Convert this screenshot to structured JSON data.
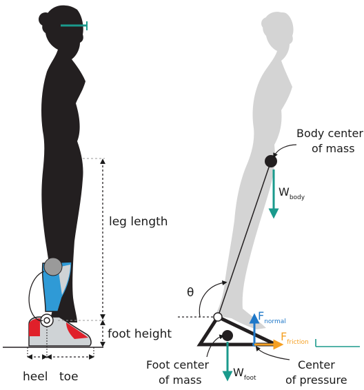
{
  "labels": {
    "leg_length": "leg length",
    "foot_height": "foot height",
    "heel": "heel",
    "toe": "toe",
    "theta": "θ",
    "body_com_line1": "Body center",
    "body_com_line2": "of mass",
    "w_body_main": "W",
    "w_body_sub": "body",
    "f_normal_main": "F",
    "f_normal_sub": "normal",
    "f_friction_main": "F",
    "f_friction_sub": "friction",
    "foot_com_line1": "Foot center",
    "foot_com_line2": "of mass",
    "w_foot_main": "W",
    "w_foot_sub": "foot",
    "cop_line1": "Center",
    "cop_line2": "of pressure"
  },
  "colors": {
    "silhouette": "#231f20",
    "shadow_silhouette": "#d4d4d4",
    "weight_arrow": "#1a9a8c",
    "normal_arrow": "#1f78c8",
    "friction_arrow": "#f5a023",
    "prosthesis_blue": "#2f9ad6",
    "prosthesis_red": "#e0202a",
    "prosthesis_grey": "#cfd3d6"
  }
}
